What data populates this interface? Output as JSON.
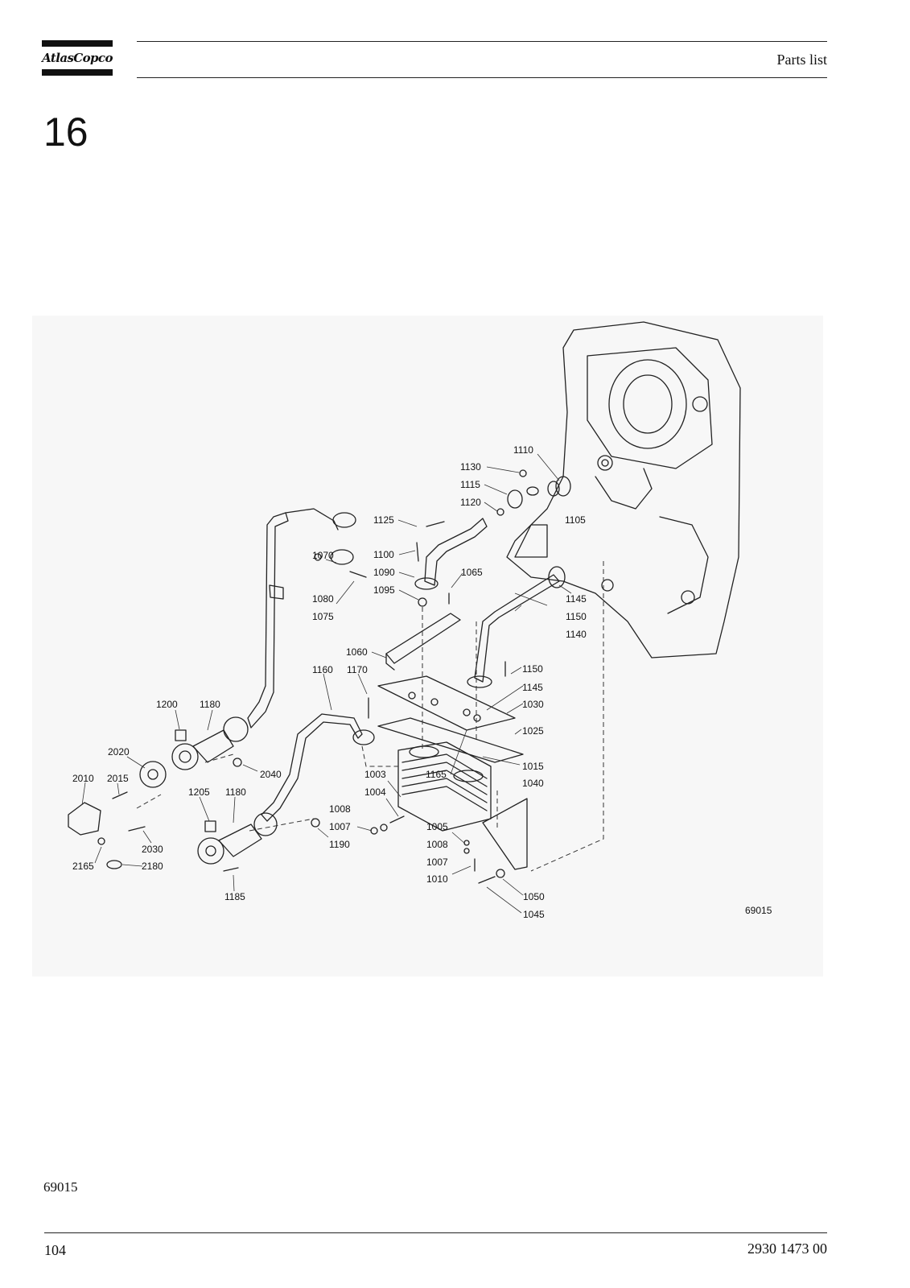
{
  "header": {
    "logo_text": "AtlasCopco",
    "title": "Parts list"
  },
  "chapter_number": "16",
  "figure": {
    "drawing_number": "69015",
    "callouts": [
      "1110",
      "1130",
      "1115",
      "1120",
      "1105",
      "1125",
      "1100",
      "1090",
      "1095",
      "1065",
      "1070",
      "1080",
      "1075",
      "1145",
      "1150",
      "1140",
      "1060",
      "1160",
      "1170",
      "1150",
      "1145",
      "1030",
      "1025",
      "1015",
      "1040",
      "1165",
      "1003",
      "1004",
      "1005",
      "1008",
      "1007",
      "1008",
      "1007",
      "1010",
      "1050",
      "1045",
      "1200",
      "1180",
      "2020",
      "2040",
      "2010",
      "2015",
      "1205",
      "1180",
      "2030",
      "1190",
      "2165",
      "2180",
      "1185"
    ]
  },
  "figure_caption": "69015",
  "footer": {
    "page_number": "104",
    "document_number": "2930 1473 00"
  }
}
